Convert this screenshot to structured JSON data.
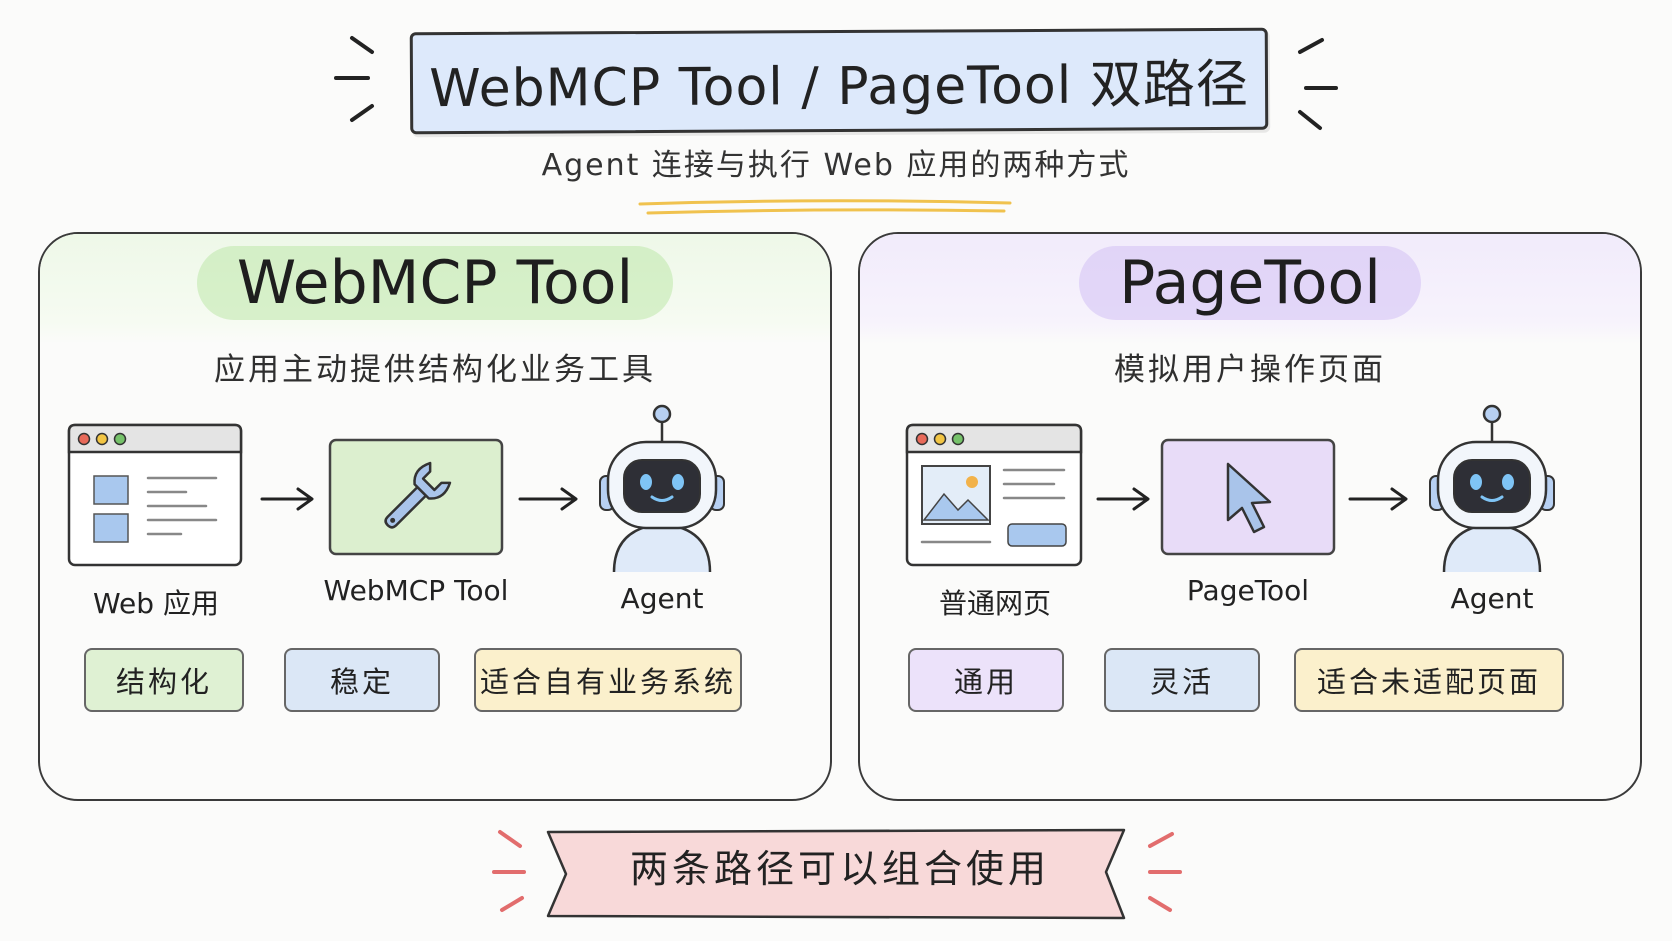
{
  "title": "WebMCP Tool / PageTool 双路径",
  "subtitle": "Agent 连接与执行 Web 应用的两种方式",
  "left_panel": {
    "title": "WebMCP Tool",
    "description": "应用主动提供结构化业务工具",
    "nodes": [
      "Web 应用",
      "WebMCP Tool",
      "Agent"
    ],
    "tags": [
      "结构化",
      "稳定",
      "适合自有业务系统"
    ],
    "icons": [
      "browser-window-icon",
      "wrench-icon",
      "robot-icon"
    ]
  },
  "right_panel": {
    "title": "PageTool",
    "description": "模拟用户操作页面",
    "nodes": [
      "普通网页",
      "PageTool",
      "Agent"
    ],
    "tags": [
      "通用",
      "灵活",
      "适合未适配页面"
    ],
    "icons": [
      "webpage-icon",
      "cursor-icon",
      "robot-icon"
    ]
  },
  "footer": "两条路径可以组合使用",
  "colors": {
    "title_bg": "#dde9fb",
    "left_accent": "#dff1d3",
    "right_accent": "#ece2fa",
    "blue_tag": "#dbe7f6",
    "yellow_tag": "#fbf0cc",
    "footer_bg": "#f8d9d9"
  }
}
